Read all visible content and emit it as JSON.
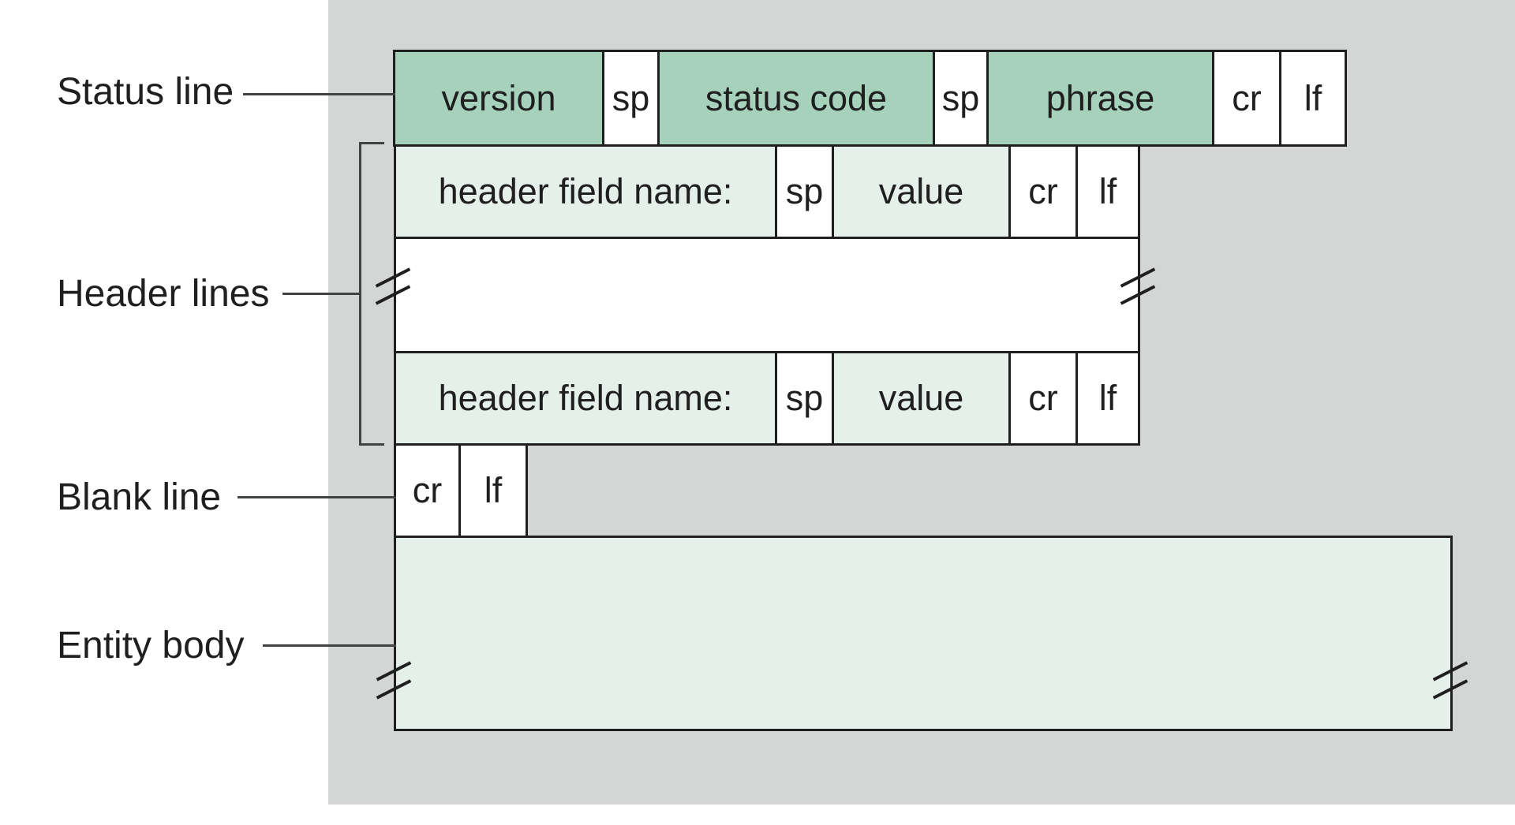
{
  "side_labels": {
    "status_line": "Status line",
    "header_lines": "Header lines",
    "blank_line": "Blank line",
    "entity_body": "Entity body"
  },
  "rows": {
    "status": {
      "cells": [
        {
          "text": "version",
          "fill": "green"
        },
        {
          "text": "sp",
          "fill": "white"
        },
        {
          "text": "status code",
          "fill": "green"
        },
        {
          "text": "sp",
          "fill": "white"
        },
        {
          "text": "phrase",
          "fill": "green"
        },
        {
          "text": "cr",
          "fill": "white"
        },
        {
          "text": "lf",
          "fill": "white"
        }
      ]
    },
    "header": {
      "cells": [
        {
          "text": "header field name:",
          "fill": "light-green"
        },
        {
          "text": "sp",
          "fill": "white"
        },
        {
          "text": "value",
          "fill": "light-green"
        },
        {
          "text": "cr",
          "fill": "white"
        },
        {
          "text": "lf",
          "fill": "white"
        }
      ]
    },
    "blank": {
      "cells": [
        {
          "text": "cr",
          "fill": "white"
        },
        {
          "text": "lf",
          "fill": "white"
        }
      ]
    },
    "entity": {
      "fill": "light-green"
    }
  },
  "colors": {
    "panel_gray": "#d3d6d4",
    "cell_green": "#a6d2bb",
    "cell_light_green": "#e6f0ea",
    "cell_white": "#ffffff",
    "border": "#1f1f1f",
    "text": "#1f1f1f",
    "leader_line": "#3f4440"
  }
}
